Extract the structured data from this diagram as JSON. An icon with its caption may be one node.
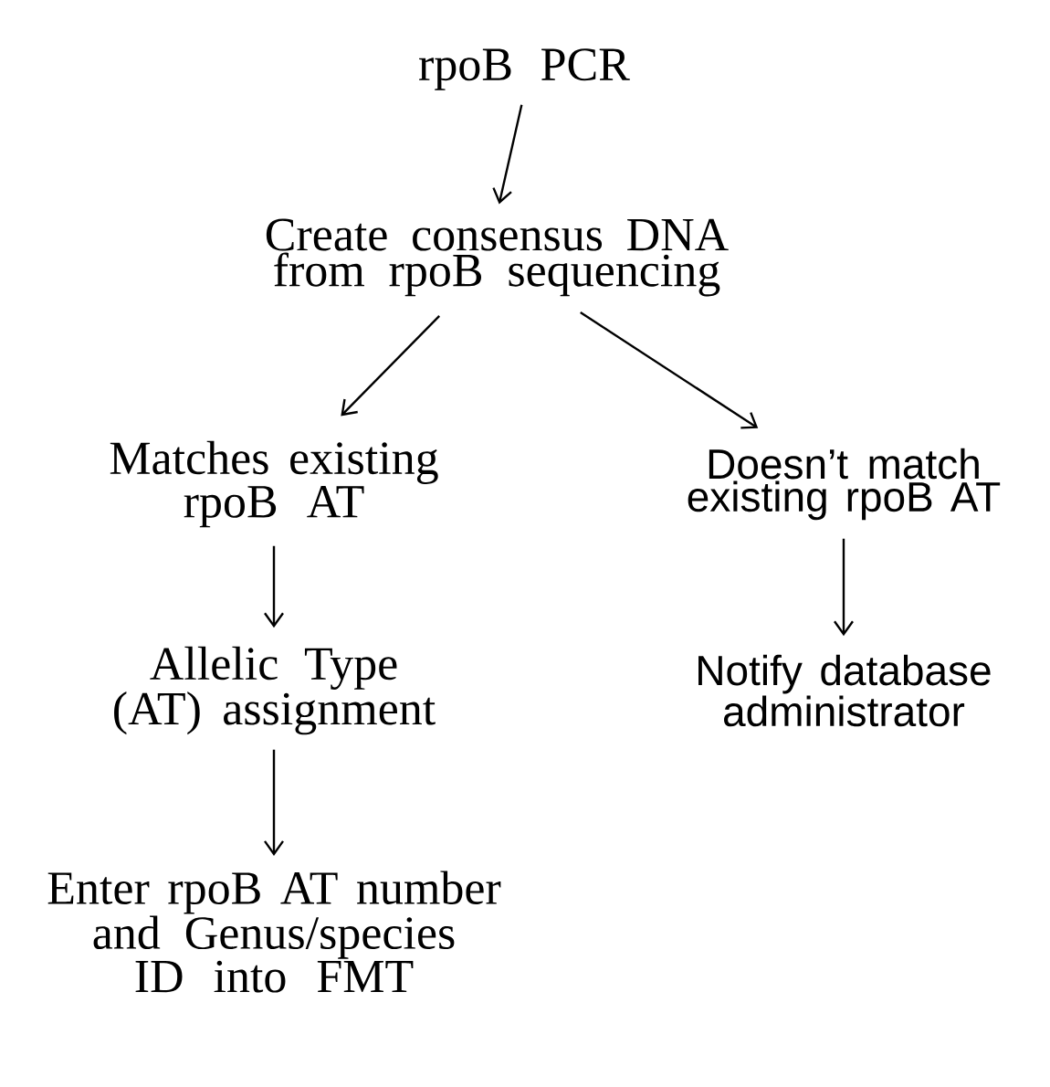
{
  "diagram": {
    "nodes": [
      {
        "text": [
          "rpoB PCR"
        ]
      },
      {
        "text": [
          "Create consensus DNA from rpoB sequencing"
        ]
      },
      {
        "text": [
          "Matches existing rpoB AT"
        ]
      },
      {
        "text": [
          "Doesn’t match existing rpoB AT"
        ]
      },
      {
        "text": [
          "Allelic Type (AT) assignment"
        ]
      },
      {
        "text": [
          "Notify database administrator"
        ]
      },
      {
        "text": [
          "Enter rpoB AT number and Genus/species ID into FMT"
        ]
      }
    ],
    "edges": [
      {
        "from": 0,
        "to": 1,
        "arrow": "to"
      },
      {
        "from": 1,
        "to": 2,
        "arrow": "to"
      },
      {
        "from": 1,
        "to": 3,
        "arrow": "to"
      },
      {
        "from": 2,
        "to": 4,
        "arrow": "to"
      },
      {
        "from": 3,
        "to": 5,
        "arrow": "to"
      },
      {
        "from": 4,
        "to": 6,
        "arrow": "to"
      }
    ]
  }
}
